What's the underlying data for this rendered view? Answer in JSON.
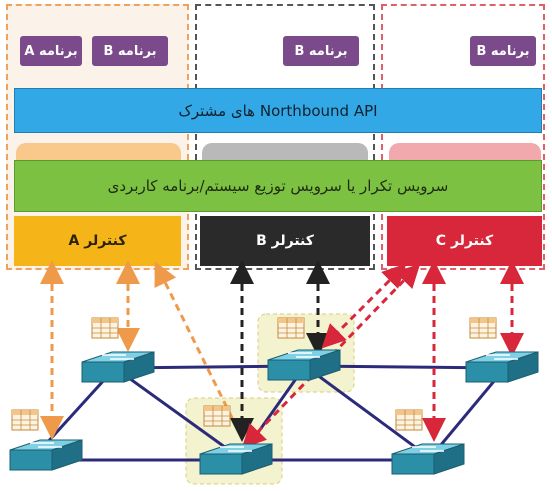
{
  "apps": {
    "app_a": "برنامه A",
    "app_b1": "برنامه B",
    "app_b2": "برنامه B",
    "app_b3": "برنامه B"
  },
  "northbound_api": "Northbound API های مشترک",
  "service_layer": "سرویس تکرار یا سرویس توزیع سیستم/برنامه کاربردی",
  "controllers": {
    "a": "کنترلر A",
    "b": "کنترلر B",
    "c": "کنترلر C"
  },
  "colors": {
    "controller_a": "#f5b518",
    "controller_b": "#2a2a2a",
    "controller_c": "#d8263a",
    "api": "#33a8e6",
    "service": "#7dc143",
    "app": "#7b4a8a",
    "link": "#2c2a7a",
    "switch": "#2b8fa8"
  },
  "icons": [
    "switch-icon",
    "table-icon"
  ]
}
